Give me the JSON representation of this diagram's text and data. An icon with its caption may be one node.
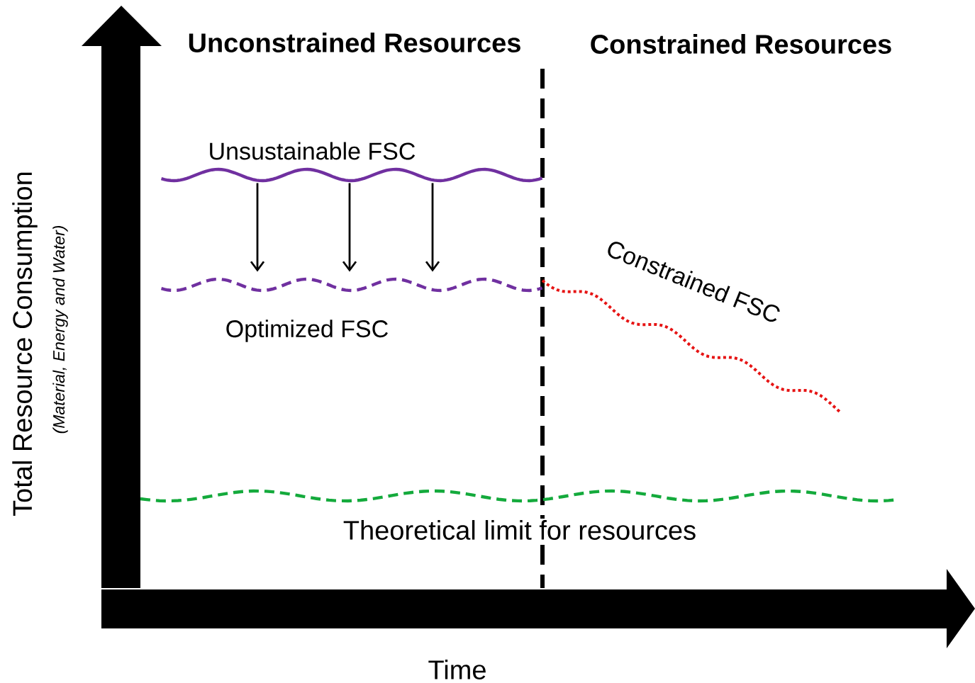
{
  "diagram": {
    "nodes": [
      {
        "text": [],
        "shape": "curve",
        "beside": [
          "Unsustainable FSC"
        ]
      },
      {
        "text": [],
        "shape": "curve",
        "beside": [
          "Optimized FSC"
        ]
      }
    ],
    "edges": [
      {
        "from": 0,
        "to": 1,
        "arrow": "to"
      },
      {
        "from": 0,
        "to": 1,
        "arrow": "to"
      },
      {
        "from": 0,
        "to": 1,
        "arrow": "to"
      }
    ],
    "labels": [
      "Unconstrained Resources",
      "Constrained Resources",
      "Constrained FSC",
      "Theoretical limit for resources",
      "Total Resource Consumption",
      "(Material, Energy and Water)",
      "Time"
    ]
  }
}
